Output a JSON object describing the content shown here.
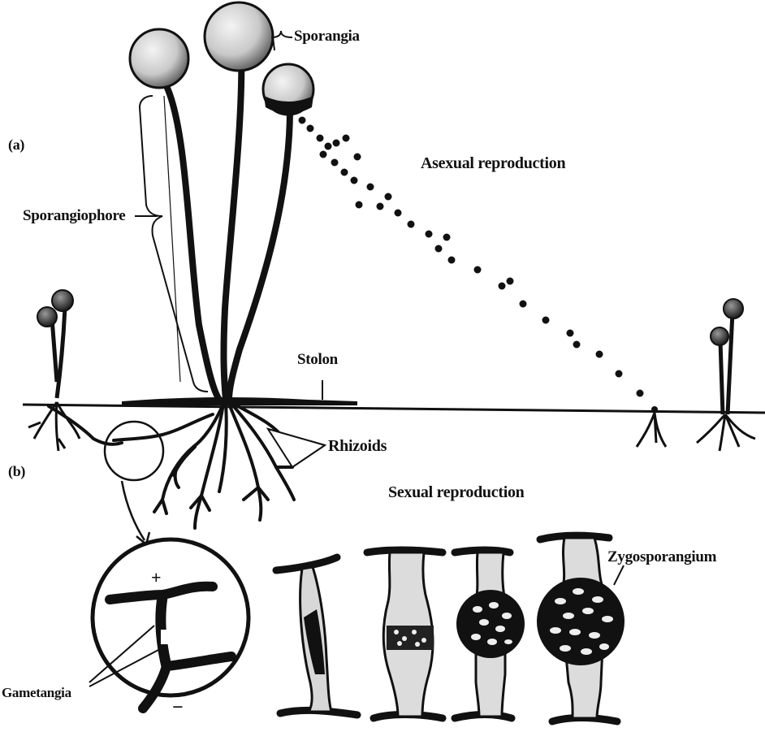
{
  "panel_labels": {
    "a": "(a)",
    "b": "(b)"
  },
  "labels": {
    "sporangia": "Sporangia",
    "asexual_reproduction": "Asexual reproduction",
    "sporangiophore": "Sporangiophore",
    "stolon": "Stolon",
    "rhizoids": "Rhizoids",
    "sexual_reproduction": "Sexual reproduction",
    "zygosporangium": "Zygosporangium",
    "gametangia": "Gametangia",
    "plus_sign": "+",
    "minus_sign": "−"
  }
}
